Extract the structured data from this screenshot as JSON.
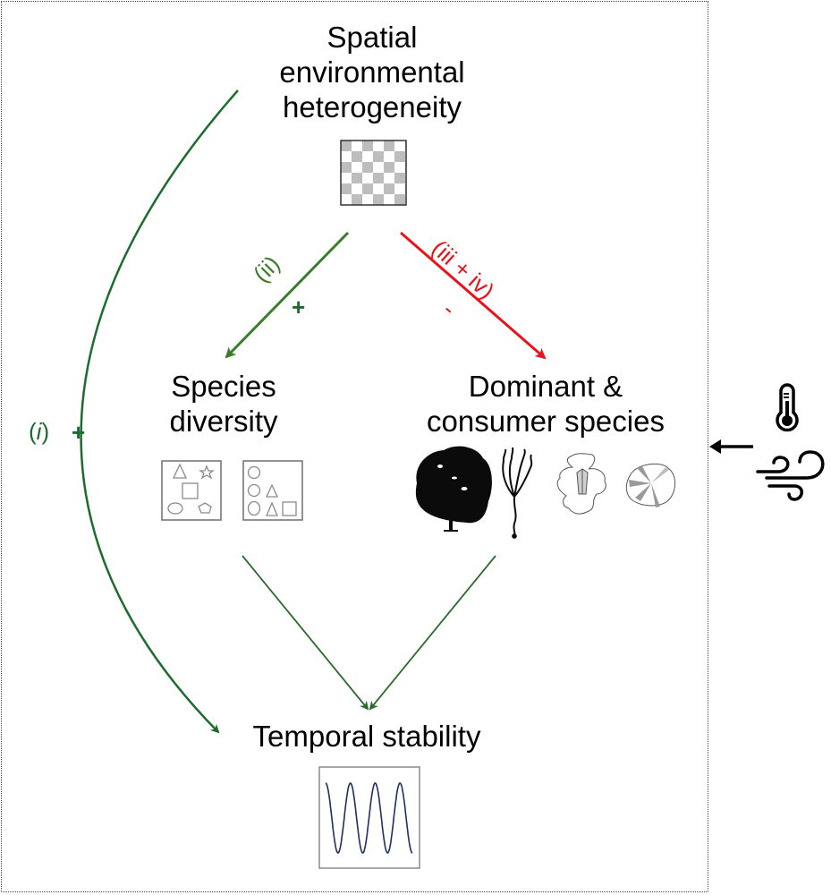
{
  "nodes": {
    "heterogeneity": {
      "label": "Spatial\nenvironmental\nheterogeneity",
      "icon": "checkerboard-icon"
    },
    "diversity": {
      "label": "Species\ndiversity",
      "icons": [
        "shapes-diverse-icon",
        "shapes-uneven-icon"
      ]
    },
    "dominant": {
      "label": "Dominant &\nconsumer species",
      "icons": [
        "tree-icon",
        "kelp-icon",
        "sea-urchin-icon",
        "limpet-icon"
      ]
    },
    "stability": {
      "label": "Temporal stability",
      "icon": "sine-wave-icon"
    }
  },
  "paths": {
    "i": {
      "label_open": "(",
      "label_italic": "i",
      "label_close": ")",
      "sign": "+",
      "color": "#1e6b30",
      "from": "heterogeneity",
      "to": "stability"
    },
    "ii": {
      "label": "(ii)",
      "sign": "+",
      "color": "#3a7d2a",
      "from": "heterogeneity",
      "to": "diversity"
    },
    "iii_iv": {
      "label": "(iii + iv)",
      "sign": "-",
      "color": "#e8141b",
      "from": "heterogeneity",
      "to": "dominant"
    },
    "diversity_to_stability": {
      "color": "#2b6a2e"
    },
    "dominant_to_stability": {
      "color": "#2b6a2e"
    }
  },
  "external_drivers": {
    "icons": [
      "thermometer-icon",
      "wind-icon"
    ],
    "arrow": "left-arrow-icon"
  }
}
